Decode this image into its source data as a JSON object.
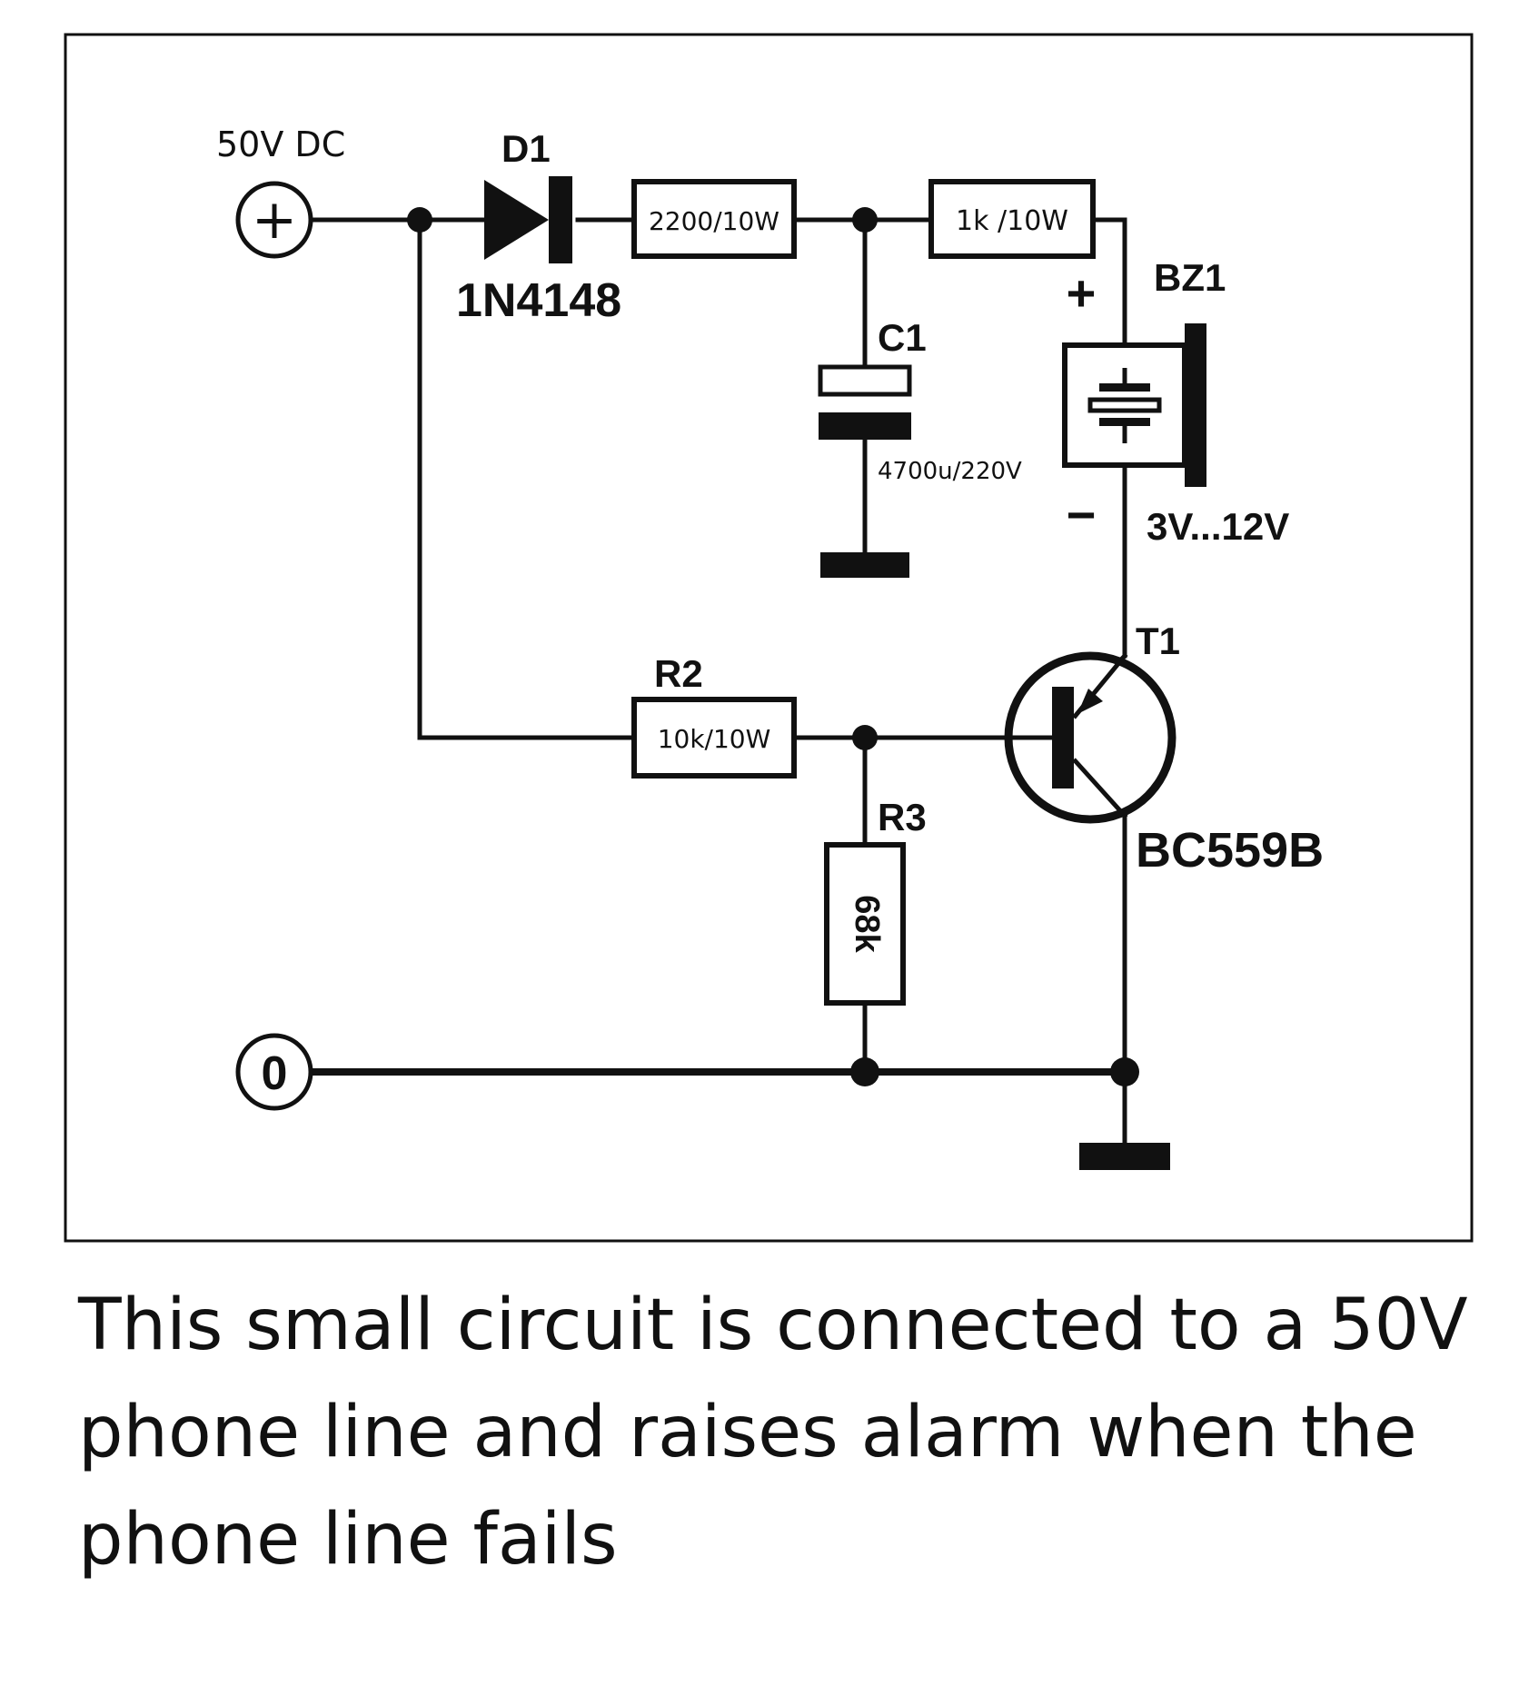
{
  "terminals": {
    "positive_label": "50V DC",
    "positive_symbol": "+",
    "ground_symbol": "0"
  },
  "diode": {
    "ref": "D1",
    "part": "1N4148"
  },
  "resistors": {
    "r_series": {
      "value": "2200/10W"
    },
    "r_buzzer": {
      "value": "1k /10W"
    },
    "r2": {
      "ref": "R2",
      "value": "10k/10W"
    },
    "r3": {
      "ref": "R3",
      "value": "68k"
    }
  },
  "capacitor": {
    "ref": "C1",
    "value": "4700u/220V"
  },
  "buzzer": {
    "ref": "BZ1",
    "plus": "+",
    "minus": "−",
    "voltage": "3V...12V"
  },
  "transistor": {
    "ref": "T1",
    "part": "BC559B"
  },
  "caption": "This small circuit is connected to a 50V phone line and raises alarm when the phone line fails"
}
